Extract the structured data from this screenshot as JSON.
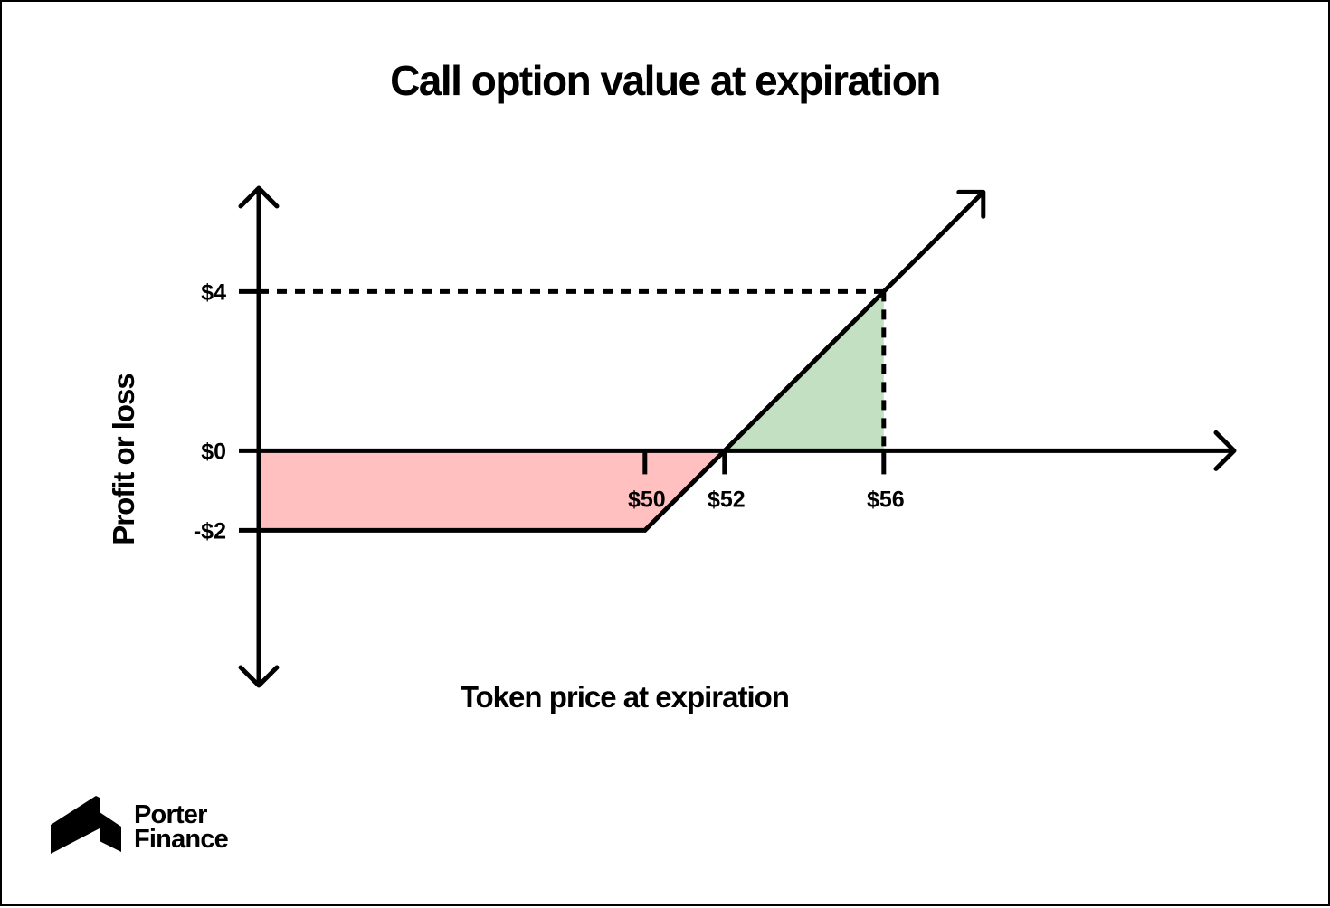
{
  "chart_data": {
    "type": "line",
    "title": "Call option value at expiration",
    "xlabel": "Token price at expiration",
    "ylabel": "Profit or loss",
    "x_ticks": [
      {
        "value": 50,
        "label": "$50"
      },
      {
        "value": 52,
        "label": "$52"
      },
      {
        "value": 56,
        "label": "$56"
      }
    ],
    "y_ticks": [
      {
        "value": 4,
        "label": "$4"
      },
      {
        "value": 0,
        "label": "$0"
      },
      {
        "value": -2,
        "label": "-$2"
      }
    ],
    "series": [
      {
        "x": [
          40.3,
          50,
          52,
          56,
          58.5
        ],
        "y": [
          -2,
          -2,
          0,
          4,
          6.5
        ]
      }
    ],
    "shaded_regions": [
      {
        "kind": "loss",
        "color": "#ffc0bf",
        "x_range": [
          40.3,
          52
        ]
      },
      {
        "kind": "profit",
        "color": "#c3e0c2",
        "x_range": [
          52,
          56
        ]
      }
    ],
    "reference_lines": [
      {
        "from": [
          40.3,
          4
        ],
        "to": [
          56,
          4
        ],
        "style": "dashed"
      },
      {
        "from": [
          56,
          4
        ],
        "to": [
          56,
          0
        ],
        "style": "dashed"
      }
    ],
    "xlim": [
      40.3,
      64.8
    ],
    "ylim": [
      -5.9,
      6.6
    ],
    "grid": false,
    "legend": "none"
  },
  "brand": {
    "line1": "Porter",
    "line2": "Finance",
    "logo_icon": "porter-finance-logo-icon"
  }
}
